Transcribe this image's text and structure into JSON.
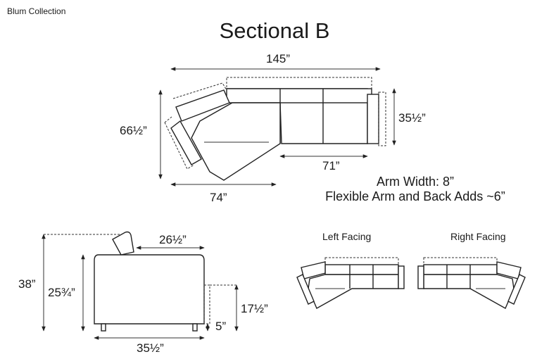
{
  "brand": "Blum Collection",
  "title": "Sectional B",
  "top_view": {
    "width_overall": "145”",
    "depth_overall": "66½”",
    "depth_right": "35½”",
    "length_right": "71”",
    "length_left": "74”"
  },
  "notes": {
    "arm_width": "Arm Width: 8”",
    "flexible": "Flexible Arm and Back Adds ~6”"
  },
  "side_view": {
    "height_overall": "38”",
    "height_back": "25¾”",
    "seat_depth": "26½”",
    "seat_height": "17½”",
    "leg_height": "5”",
    "depth": "35½”"
  },
  "configurations": {
    "left": "Left Facing",
    "right": "Right Facing"
  }
}
